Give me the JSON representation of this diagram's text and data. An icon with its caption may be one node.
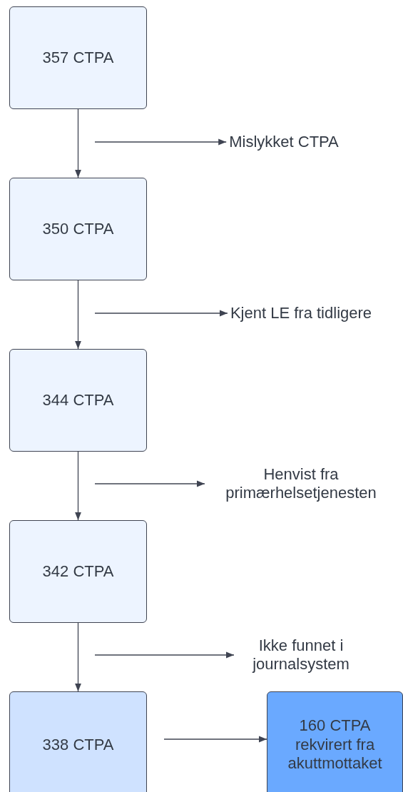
{
  "diagram": {
    "nodes": [
      {
        "text": [
          "357 CTPA"
        ]
      },
      {
        "text": [
          "Mislykket CTPA"
        ]
      },
      {
        "text": [
          "350 CTPA"
        ]
      },
      {
        "text": [
          "Kjent LE fra tidligere"
        ]
      },
      {
        "text": [
          "344 CTPA"
        ]
      },
      {
        "text": [
          "Henvist fra primærhelsetjenesten"
        ]
      },
      {
        "text": [
          "342 CTPA"
        ]
      },
      {
        "text": [
          "Ikke funnet i journalsystem"
        ]
      },
      {
        "text": [
          "338 CTPA"
        ]
      },
      {
        "text": [
          "160 CTPA rekvirert fra akuttmottaket"
        ]
      }
    ],
    "edges": [
      {
        "from": 0,
        "to": 2,
        "arrow": "to"
      },
      {
        "from": null,
        "to": 1,
        "arrow": "to"
      },
      {
        "from": 2,
        "to": 4,
        "arrow": "to"
      },
      {
        "from": null,
        "to": 3,
        "arrow": "to"
      },
      {
        "from": 4,
        "to": 6,
        "arrow": "to"
      },
      {
        "from": null,
        "to": 5,
        "arrow": "to"
      },
      {
        "from": 6,
        "to": 8,
        "arrow": "to"
      },
      {
        "from": null,
        "to": 7,
        "arrow": "to"
      },
      {
        "from": 8,
        "to": 9,
        "arrow": "to"
      }
    ]
  }
}
